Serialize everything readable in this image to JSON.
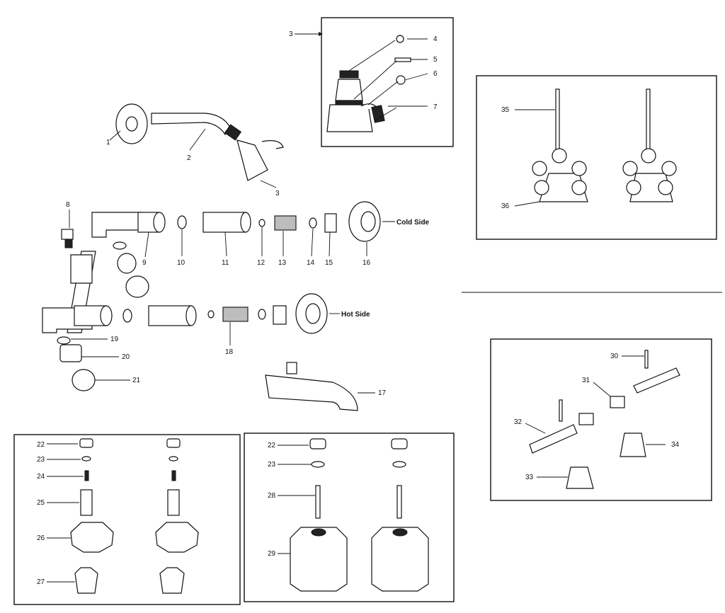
{
  "diagram": {
    "side_labels": {
      "cold": "Cold Side",
      "hot": "Hot Side"
    },
    "parts": {
      "p1": "1",
      "p2": "2",
      "p3": "3",
      "p3_box": "3",
      "p4": "4",
      "p5": "5",
      "p6": "6",
      "p7": "7",
      "p8": "8",
      "p9": "9",
      "p10": "10",
      "p11": "11",
      "p12": "12",
      "p13": "13",
      "p14": "14",
      "p15": "15",
      "p16": "16",
      "p17": "17",
      "p18": "18",
      "p19": "19",
      "p20": "20",
      "p21": "21",
      "p22a": "22",
      "p23a": "23",
      "p24": "24",
      "p25": "25",
      "p26": "26",
      "p27": "27",
      "p22b": "22",
      "p23b": "23",
      "p28": "28",
      "p29": "29",
      "p30": "30",
      "p31": "31",
      "p32": "32",
      "p33": "33",
      "p34": "34",
      "p35": "35",
      "p36": "36"
    },
    "colors": {
      "ink": "#111111",
      "paper": "#ffffff"
    }
  }
}
